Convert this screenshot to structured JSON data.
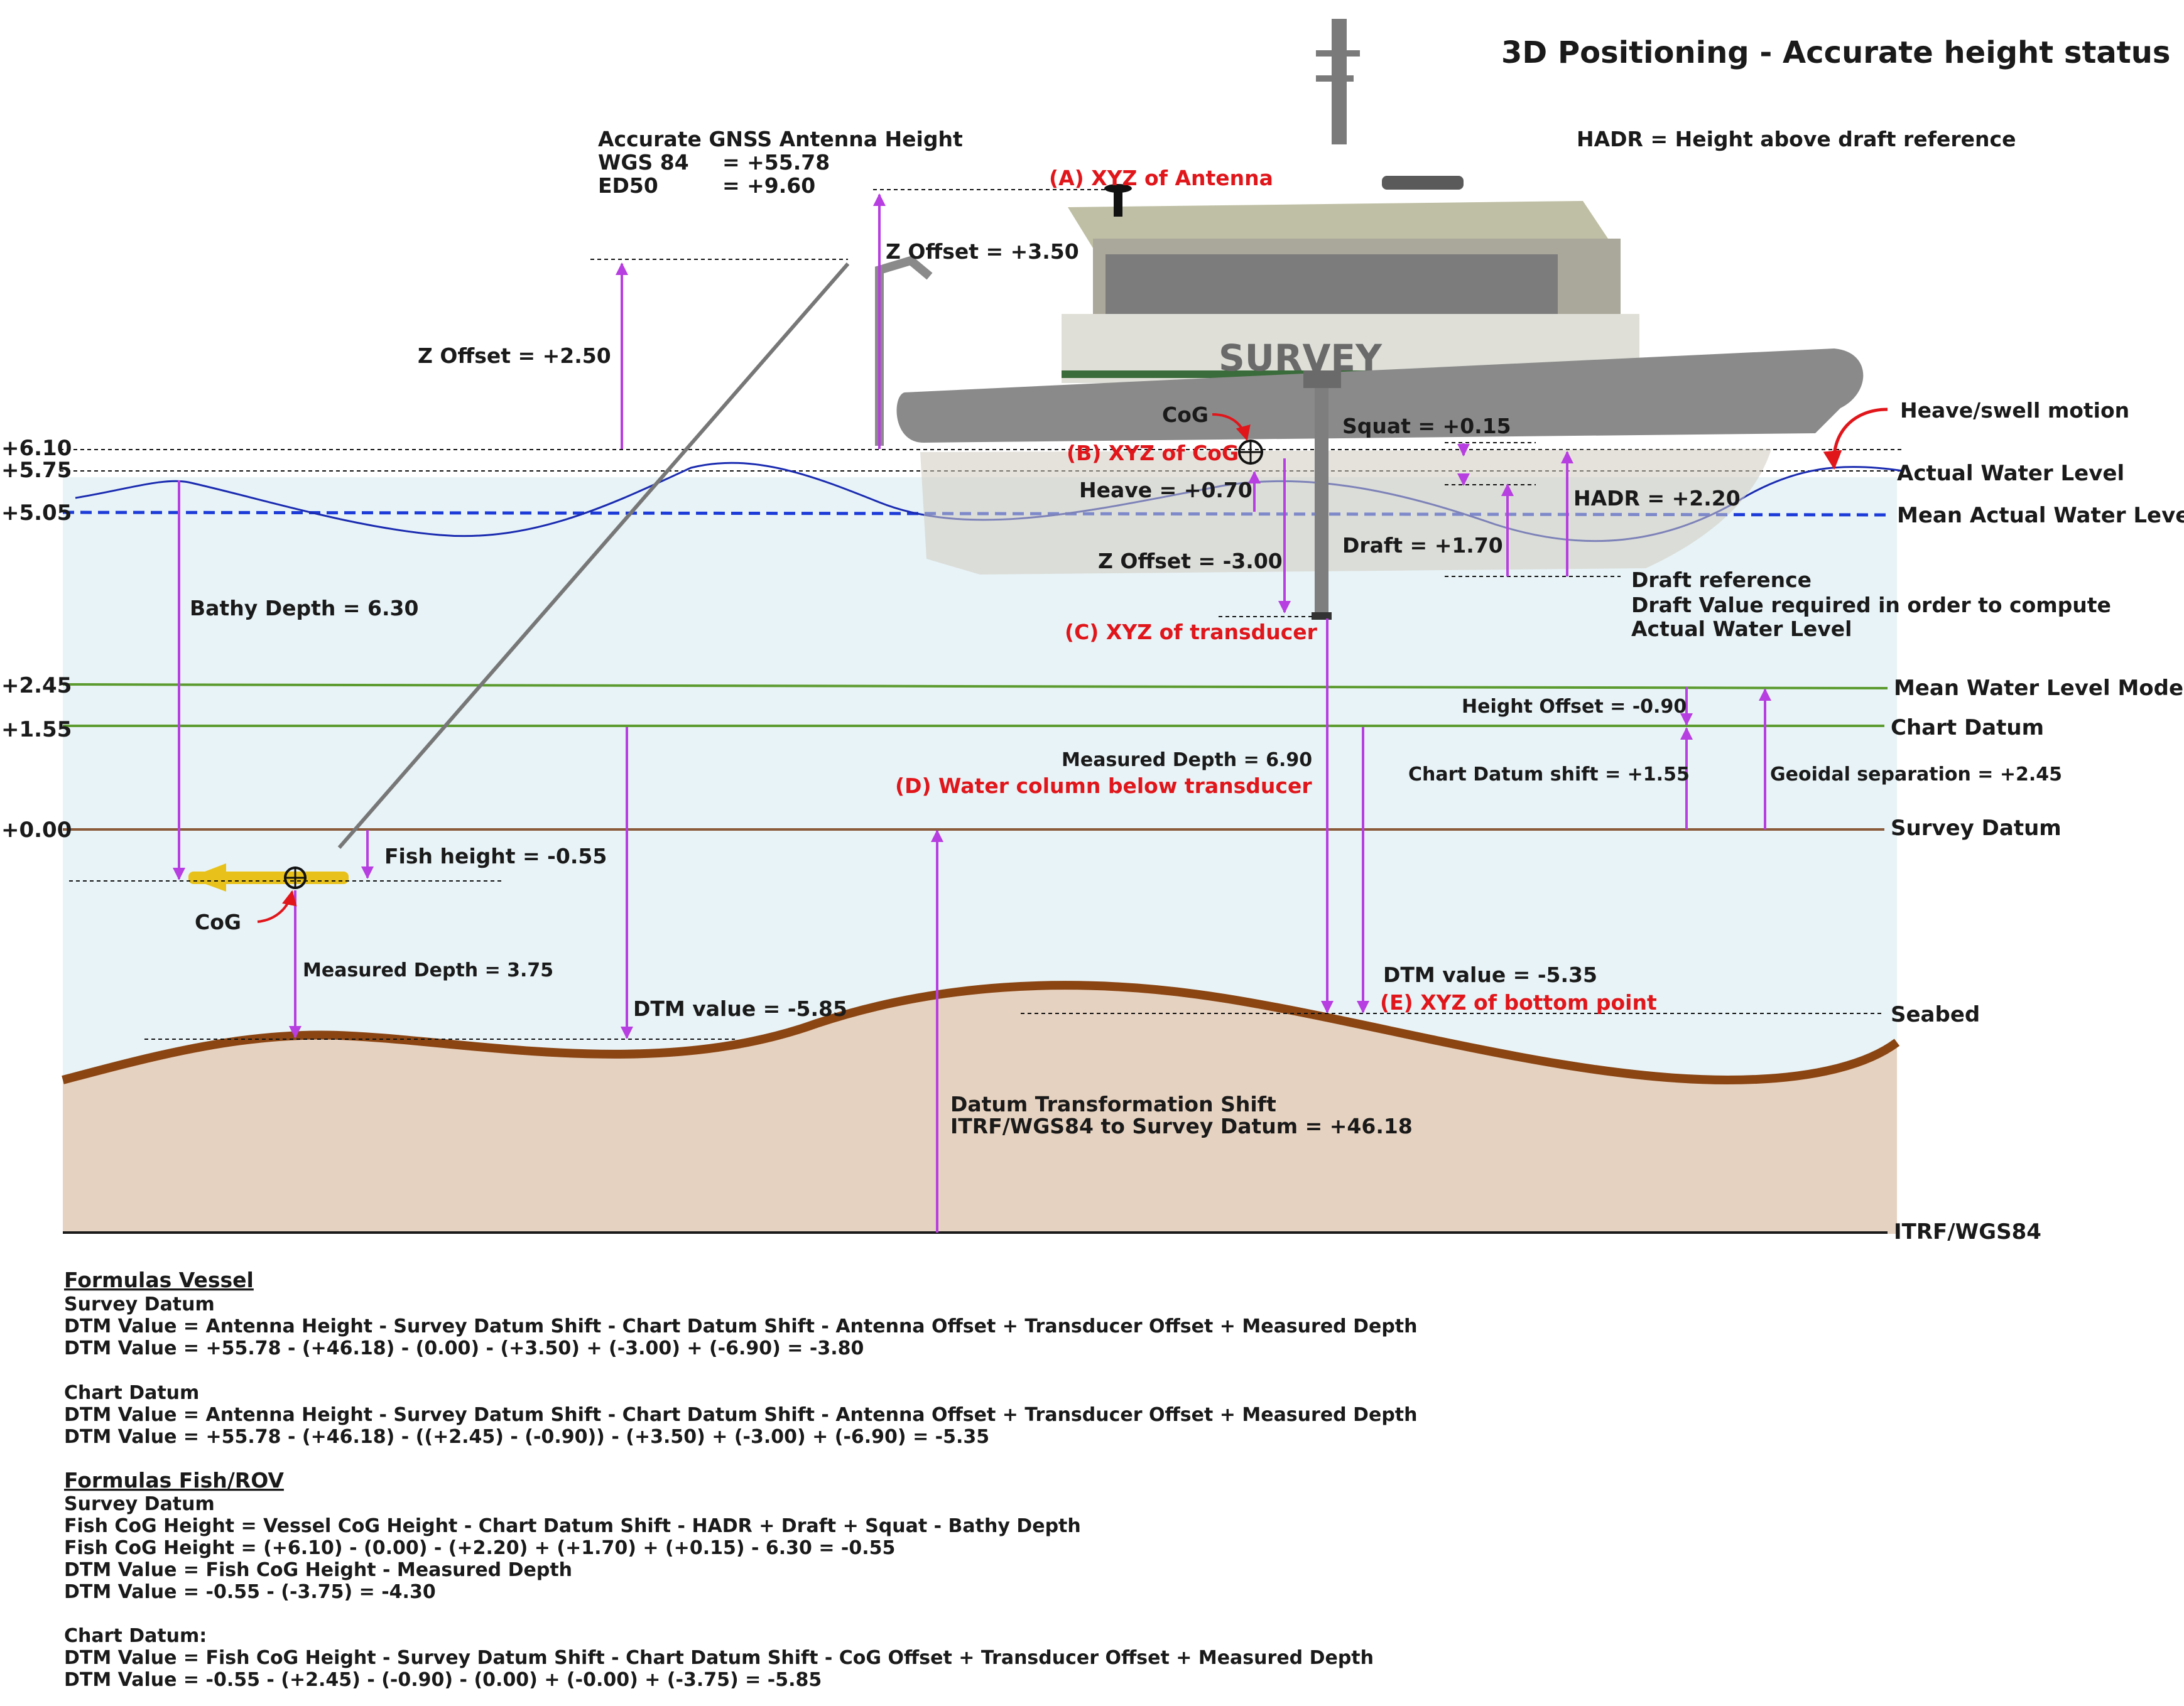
{
  "title": "3D Positioning - Accurate height status",
  "hadr_note": "HADR = Height above draft reference",
  "antenna_info": {
    "heading": "Accurate GNSS Antenna Height",
    "wgs84_label": "WGS 84",
    "wgs84_value": "= +55.78",
    "ed50_label": "ED50",
    "ed50_value": "=   +9.60"
  },
  "annotations": {
    "xyz_antenna": "(A) XYZ of Antenna",
    "xyz_cog": "(B) XYZ of CoG",
    "xyz_transducer": "(C) XYZ of transducer",
    "water_column": "(D) Water column below transducer",
    "xyz_bottom": "(E) XYZ of bottom point",
    "z_offset_350": "Z Offset = +3.50",
    "z_offset_250": "Z Offset = +2.50",
    "z_offset_300": "Z Offset = -3.00",
    "cog_vessel": "CoG",
    "cog_fish": "CoG",
    "squat": "Squat = +0.15",
    "heave": "Heave = +0.70",
    "hadr": "HADR = +2.20",
    "draft": "Draft = +1.70",
    "draft_ref": "Draft reference",
    "draft_req1": "Draft Value required in order to compute",
    "draft_req2": "Actual Water Level",
    "heave_swell": "Heave/swell motion",
    "bathy_depth": "Bathy Depth = 6.30",
    "fish_height": "Fish height = -0.55",
    "measured_depth_fish": "Measured Depth = 3.75",
    "dtm_fish": "DTM value = -5.85",
    "measured_depth_vessel": "Measured Depth = 6.90",
    "dtm_vessel": "DTM value = -5.35",
    "height_offset": "Height Offset = -0.90",
    "cd_shift": "Chart Datum shift = +1.55",
    "geoidal_sep": "Geoidal separation = +2.45",
    "datum_shift1": "Datum Transformation Shift",
    "datum_shift2": "ITRF/WGS84 to Survey Datum = +46.18",
    "vessel_name": "SURVEY"
  },
  "levels": {
    "v610": "+6.10",
    "v575": "+5.75",
    "v505": "+5.05",
    "v245": "+2.45",
    "v155": "+1.55",
    "v000": "+0.00",
    "actual_water": "Actual Water Level",
    "mean_actual_water": "Mean Actual  Water Level",
    "mwl_model": "Mean Water Level Model",
    "chart_datum": "Chart Datum",
    "survey_datum": "Survey Datum",
    "seabed": "Seabed",
    "itrf": "ITRF/WGS84"
  },
  "formulas": {
    "vessel_heading": "Formulas Vessel",
    "v_sd_heading": "Survey Datum",
    "v_sd_1": "DTM Value = Antenna Height - Survey Datum Shift - Chart Datum Shift - Antenna Offset + Transducer Offset + Measured Depth",
    "v_sd_2": "DTM Value = +55.78 - (+46.18) - (0.00) - (+3.50) + (-3.00) + (-6.90) = -3.80",
    "v_cd_heading": "Chart Datum",
    "v_cd_1": "DTM Value = Antenna Height - Survey Datum Shift - Chart Datum Shift - Antenna Offset + Transducer Offset + Measured Depth",
    "v_cd_2": "DTM Value = +55.78 - (+46.18) - ((+2.45) - (-0.90)) - (+3.50) + (-3.00) + (-6.90) = -5.35",
    "fish_heading": "Formulas Fish/ROV",
    "f_sd_heading": "Survey Datum",
    "f_sd_1": "Fish CoG Height = Vessel CoG Height - Chart Datum Shift - HADR + Draft + Squat - Bathy Depth",
    "f_sd_2": "Fish CoG Height = (+6.10) - (0.00) - (+2.20) + (+1.70) + (+0.15) - 6.30 = -0.55",
    "f_sd_3": "DTM Value = Fish CoG Height - Measured Depth",
    "f_sd_4": "DTM Value = -0.55 - (-3.75) = -4.30",
    "f_cd_heading": "Chart Datum:",
    "f_cd_1": "DTM Value = Fish CoG Height - Survey Datum Shift - Chart Datum Shift - CoG Offset + Transducer Offset + Measured Depth",
    "f_cd_2": "DTM Value = -0.55 - (+2.45) - (-0.90) - (0.00) + (-0.00) + (-3.75) = -5.85"
  },
  "colors": {
    "water": "#e8f3f7",
    "seabed_fill": "#e6d2c0",
    "seabed_line": "#8b4513",
    "datum_brown": "#8a5a3a",
    "model_green": "#5c9b2f",
    "wave_blue": "#1a2bb0",
    "mean_blue": "#1c3bd8",
    "arrow_purple": "#b73ee0",
    "label_red": "#e0161b",
    "hull_gray": "#8a8a8a"
  }
}
